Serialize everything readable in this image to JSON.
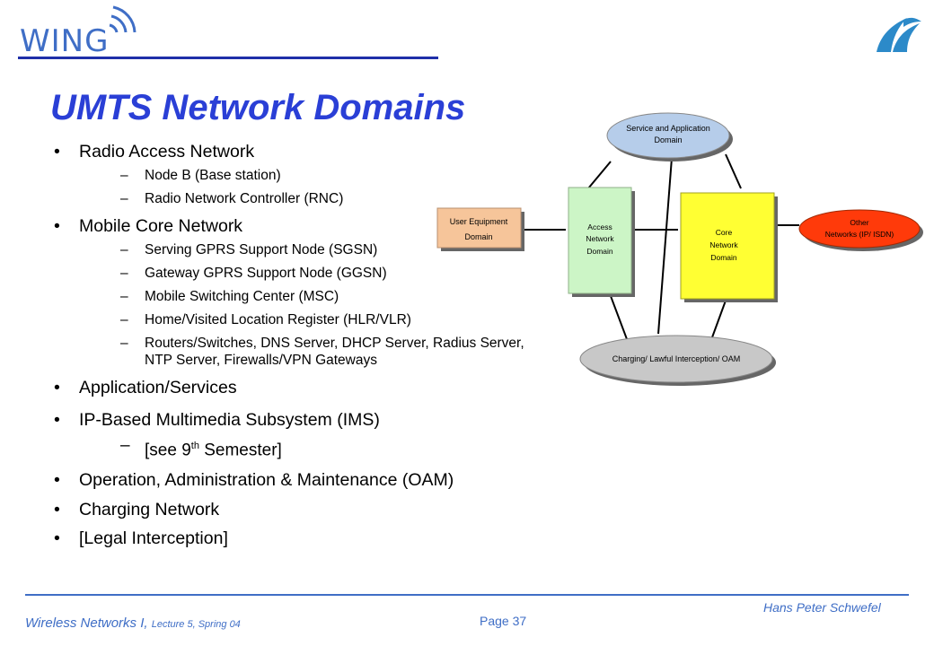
{
  "header": {
    "logo_text": "WING",
    "title": "UMTS Network Domains"
  },
  "bullets": [
    {
      "text": "Radio Access Network",
      "sub": [
        "Node B (Base station)",
        "Radio Network Controller (RNC)"
      ]
    },
    {
      "text": "Mobile Core Network",
      "sub": [
        "Serving GPRS Support Node (SGSN)",
        "Gateway GPRS Support Node (GGSN)",
        "Mobile Switching Center (MSC)",
        "Home/Visited Location Register (HLR/VLR)",
        "Routers/Switches, DNS Server, DHCP Server, Radius Server, NTP Server, Firewalls/VPN Gateways"
      ]
    },
    {
      "text": "Application/Services",
      "sub": []
    },
    {
      "text": "IP-Based Multimedia Subsystem (IMS)",
      "sub_special": {
        "before": "[see 9",
        "sup": "th",
        "after": " Semester]"
      }
    },
    {
      "text": "Operation, Administration & Maintenance (OAM)",
      "sub": []
    },
    {
      "text": "Charging Network",
      "sub": []
    },
    {
      "text": "[Legal Interception]",
      "sub": []
    }
  ],
  "diagram": {
    "service": [
      "Service and Application",
      "Domain"
    ],
    "user_equipment": [
      "User Equipment",
      "Domain"
    ],
    "access": [
      "Access",
      "Network",
      "Domain"
    ],
    "core": [
      "Core",
      "Network",
      "Domain"
    ],
    "other": [
      "Other",
      "Networks (IP/ ISDN)"
    ],
    "charging": "Charging/ Lawful Interception/ OAM",
    "colors": {
      "service_fill": "#b6cdea",
      "user_equipment_fill": "#f6c59a",
      "access_fill": "#ccf5c6",
      "core_fill": "#ffff33",
      "other_fill": "#ff3a0a",
      "charging_fill": "#c8c8c8"
    }
  },
  "footer": {
    "course": "Wireless Networks I,",
    "lecture": "Lecture 5, Spring 04",
    "page": "Page 37",
    "author": "Hans Peter Schwefel"
  }
}
